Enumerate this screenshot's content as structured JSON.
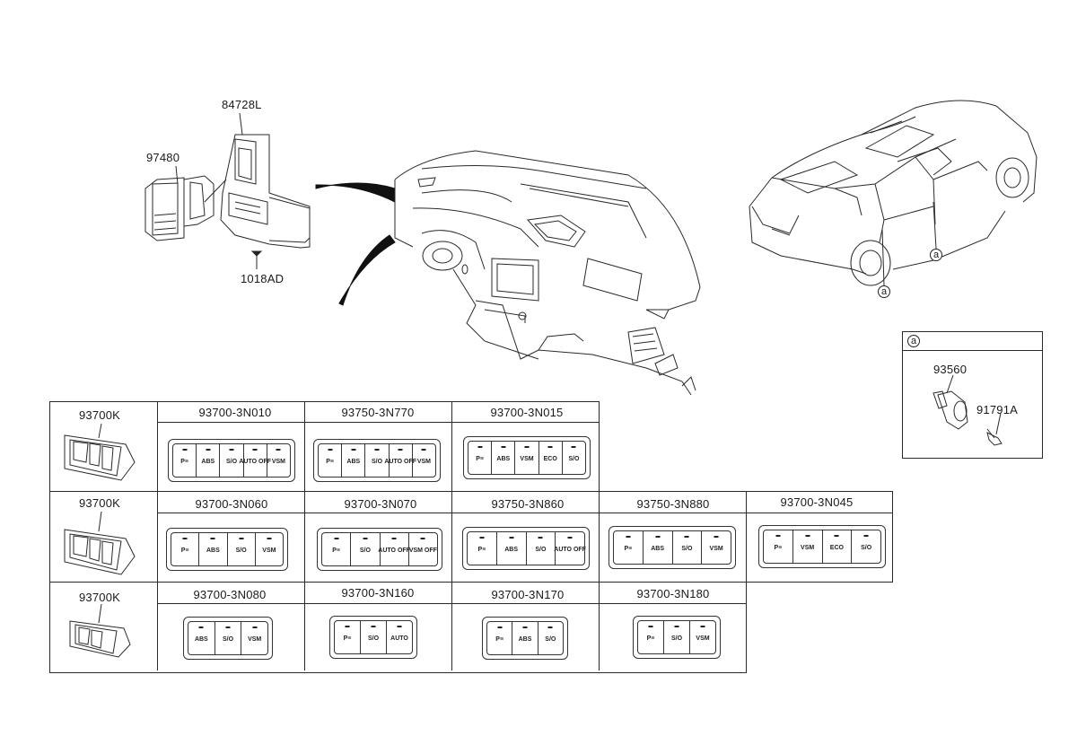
{
  "top_parts": {
    "p84728L": "84728L",
    "p97480": "97480",
    "p1018AD": "1018AD"
  },
  "car": {
    "callout_a1": "a",
    "callout_a2": "a"
  },
  "detail_box": {
    "header": "a",
    "p93560": "93560",
    "p91791A": "91791A"
  },
  "table": {
    "row1": {
      "side_label": "93700K",
      "cells": [
        "93700-3N010",
        "93750-3N770",
        "93700-3N015"
      ]
    },
    "row2": {
      "side_label": "93700K",
      "cells": [
        "93700-3N060",
        "93700-3N070",
        "93750-3N860",
        "93750-3N880",
        "93700-3N045"
      ]
    },
    "row3": {
      "side_label": "93700K",
      "cells": [
        "93700-3N080",
        "93700-3N160",
        "93700-3N170",
        "93700-3N180"
      ]
    }
  },
  "switch_glyphs": {
    "r1c1": [
      "P≡",
      "ABS",
      "S/O",
      "AUTO OFF",
      "VSM"
    ],
    "r1c2": [
      "P≡",
      "ABS",
      "S/O",
      "AUTO OFF",
      "VSM"
    ],
    "r1c3": [
      "P≡",
      "ABS",
      "VSM",
      "ECO",
      "S/O"
    ],
    "r2c1": [
      "P≡",
      "ABS",
      "S/O",
      "VSM"
    ],
    "r2c2": [
      "P≡",
      "S/O",
      "AUTO OFF",
      "VSM OFF"
    ],
    "r2c3": [
      "P≡",
      "ABS",
      "S/O",
      "AUTO OFF"
    ],
    "r2c4": [
      "P≡",
      "ABS",
      "S/O",
      "VSM"
    ],
    "r2c5": [
      "P≡",
      "VSM",
      "ECO",
      "S/O"
    ],
    "r3c1": [
      "ABS",
      "S/O",
      "VSM"
    ],
    "r3c2": [
      "P≡",
      "S/O",
      "AUTO"
    ],
    "r3c3": [
      "P≡",
      "ABS",
      "S/O"
    ],
    "r3c4": [
      "P≡",
      "S/O",
      "VSM"
    ]
  }
}
